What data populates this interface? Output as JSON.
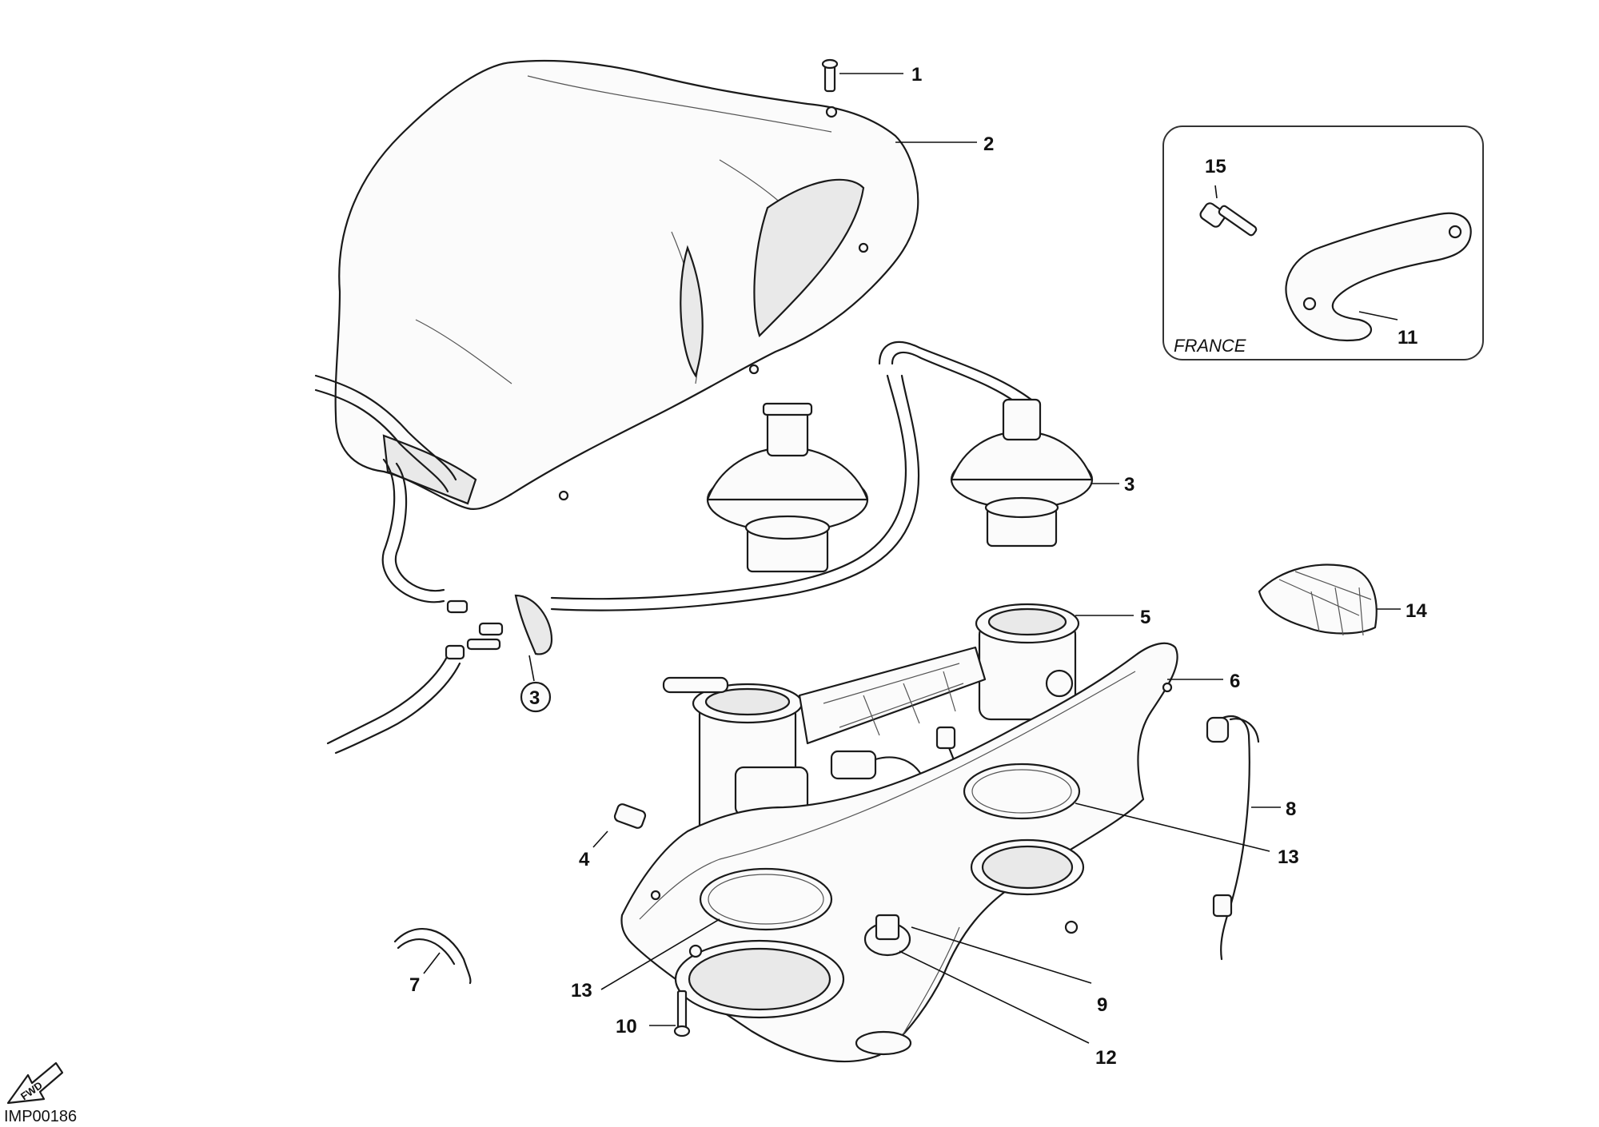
{
  "diagram": {
    "reference_code": "IMP00186",
    "fwd_label": "FWD",
    "inset": {
      "caption": "FRANCE"
    },
    "callouts": [
      {
        "id": "c1",
        "label": "1"
      },
      {
        "id": "c2",
        "label": "2"
      },
      {
        "id": "c3a",
        "label": "3"
      },
      {
        "id": "c3b",
        "label": "3"
      },
      {
        "id": "c4",
        "label": "4"
      },
      {
        "id": "c5",
        "label": "5"
      },
      {
        "id": "c6",
        "label": "6"
      },
      {
        "id": "c7",
        "label": "7"
      },
      {
        "id": "c8",
        "label": "8"
      },
      {
        "id": "c9",
        "label": "9"
      },
      {
        "id": "c10",
        "label": "10"
      },
      {
        "id": "c11",
        "label": "11"
      },
      {
        "id": "c12",
        "label": "12"
      },
      {
        "id": "c13a",
        "label": "13"
      },
      {
        "id": "c13b",
        "label": "13"
      },
      {
        "id": "c14",
        "label": "14"
      },
      {
        "id": "c15",
        "label": "15"
      }
    ]
  }
}
